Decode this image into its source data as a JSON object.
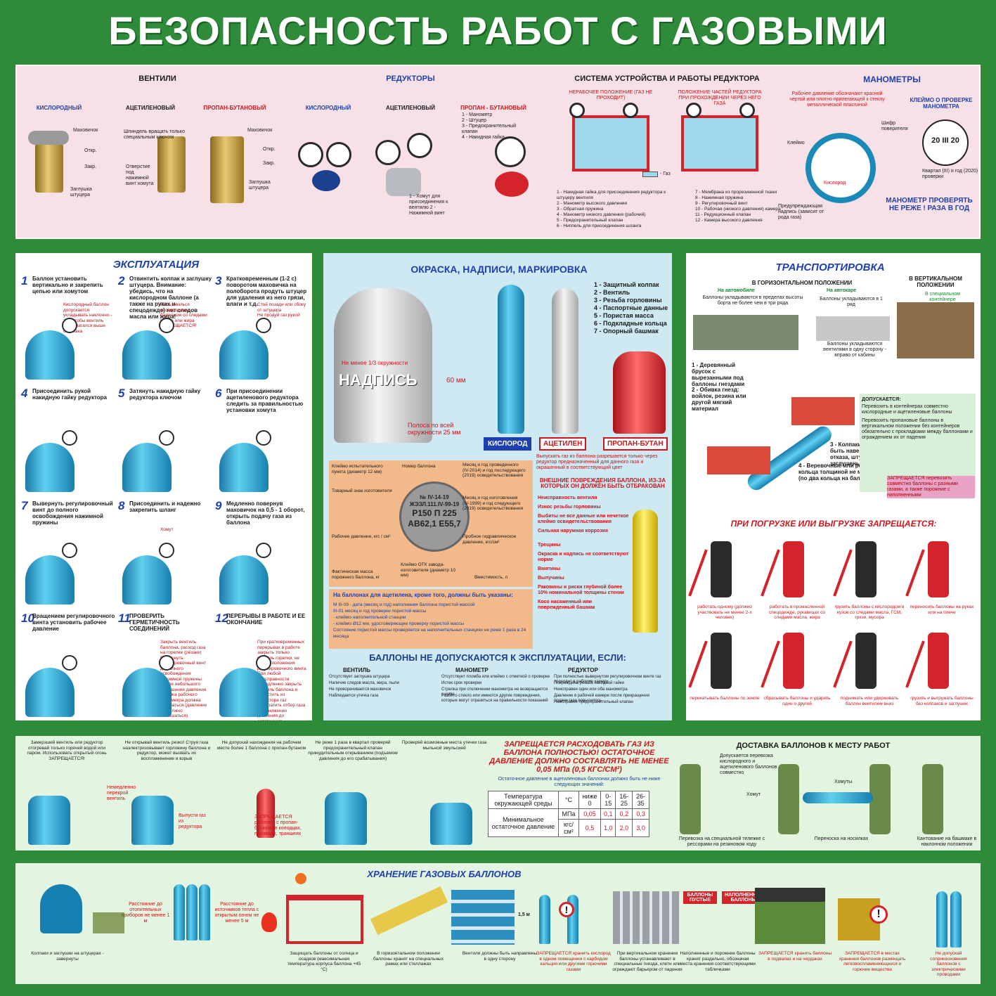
{
  "title": "БЕЗОПАСНОСТЬ РАБОТ С ГАЗОВЫМИ БАЛЛОНАМИ",
  "top": {
    "valves": {
      "heading": "ВЕНТИЛИ",
      "types": [
        "КИСЛОРОДНЫЙ",
        "АЦЕТИЛЕНОВЫЙ",
        "ПРОПАН-БУТАНОВЫЙ"
      ],
      "notes": [
        "Маховичок",
        "Откр.",
        "Закр.",
        "Заглушка штуцера",
        "Шпиндель вращать только специальным ключом",
        "Отверстие под нажимной винт хомута",
        "Маховичок",
        "Откр.",
        "Закр.",
        "Заглушка штуцера"
      ]
    },
    "reducers": {
      "heading": "РЕДУКТОРЫ",
      "types": [
        "КИСЛОРОДНЫЙ",
        "АЦЕТИЛЕНОВЫЙ",
        "ПРОПАН - БУТАНОВЫЙ"
      ],
      "legend": "1 - Манометр\n2 - Штуцер\n3 - Предохранительный клапан\n4 - Накидная гайка",
      "clamp_note": "1 - Хомут для присоединения к вентилю\n2 - Нажимной винт"
    },
    "system": {
      "heading": "СИСТЕМА УСТРОЙСТВА И РАБОТЫ РЕДУКТОРА",
      "state1": "НЕРАБОЧЕЕ ПОЛОЖЕНИЕ (ГАЗ НЕ ПРОХОДИТ)",
      "state2": "ПОЛОЖЕНИЕ ЧАСТЕЙ РЕДУКТОРА ПРИ ПРОХОЖДЕНИИ ЧЕРЕЗ НЕГО ГАЗА",
      "gas": "- Газ",
      "legend_left": "1 - Накидная гайка для присоединения редуктора к штуцеру вентиля\n2 - Манометр высокого давления\n3 - Обратная пружина\n4 - Манометр низкого давления (рабочий)\n5 - Предохранительный клапан\n6 - Ниппель для присоединения шланга",
      "legend_right": "7 - Мембрана из прорезиненной ткани\n8 - Нажимная пружина\n9 - Регулировочный винт\n10 - Рабочая (низкого давления) камера\n11 - Редукционный клапан\n12 - Камера высокого давления"
    },
    "manometers": {
      "heading": "МАНОМЕТРЫ",
      "note_red_line": "Рабочее давление обозначают красной чертой или плотно прилегающей к стеклу металлической пластиной",
      "stamp_title": "КЛЕЙМО О ПРОВЕРКЕ МАНОМЕТРА",
      "stamp_label": "Клеймо",
      "warning_label": "Предупреждающая надпись (зависит от рода газа)",
      "verifier": "Шифр поверителя",
      "quarter": "Квартал (III) и год (2020) проверки",
      "stamp_text": "20 III 20",
      "gauge_text": "Кислород",
      "check": "МАНОМЕТР ПРОВЕРЯТЬ НЕ РЕЖЕ ! РАЗА В ГОД"
    }
  },
  "exploitation": {
    "heading": "ЭКСПЛУАТАЦИЯ",
    "steps": [
      {
        "n": "1",
        "text": "Баллон установить вертикально и закрепить цепью или хомутом",
        "extra": "Кислородный баллон допускается укладывать наклонно - так, чтобы вентиль располагался выше башмака"
      },
      {
        "n": "2",
        "text": "Отвинтить колпак и заглушку штуцера. Внимание: убедись, что на кислородном баллоне (а также на руках и спецодежде) нет следов масла или жира!",
        "extra": "Пользоваться кислородным баллоном со следами масла или жира ЗАПРЕЩАЕТСЯ!"
      },
      {
        "n": "3",
        "text": "Кратковременным (1-2 с) поворотом маховичка на полоборота продуть штуцер для удаления из него грязи, влаги и т.д.",
        "extra": "Стой позади или сбоку от штуцера\nНе продуй газ рукой"
      },
      {
        "n": "4",
        "text": "Присоединить рукой накидную гайку редуктора"
      },
      {
        "n": "5",
        "text": "Затянуть накидную гайку редуктора ключом"
      },
      {
        "n": "6",
        "text": "При присоединении ацетиленового редуктора следить за правильностью установки хомута"
      },
      {
        "n": "7",
        "text": "Вывернуть регулировочный винт до полного освобождения нажимной пружины"
      },
      {
        "n": "8",
        "text": "Присоединить и надежно закрепить шланг",
        "extra": "Хомут"
      },
      {
        "n": "9",
        "text": "Медленно повернув маховичок на 0,5 - 1 оборот, открыть подачу газа из баллона"
      },
      {
        "n": "10",
        "text": "Вращением регулировочного винта установить рабочее давление"
      },
      {
        "n": "11",
        "text": "ПРОВЕРИТЬ ГЕРМЕТИЧНОСТЬ СОЕДИНЕНИЙ",
        "extra": "Закрыть вентиль баллона, расход газа на горелке (резаке)\nВывернуть регулировочный винт до полного освобождения нажимной пружины\nПосле небольшого повышения давления стрелка рабочего манометра должна оставаться (давление не должно повышаться)"
      },
      {
        "n": "12",
        "text": "ПЕРЕРЫВЫ В РАБОТЕ И ЕЕ ОКОНЧАНИЕ",
        "extra": "При кратковременных перерывах в работе закрыть только вентиль горелки, не меняя положения регулировочного винта\nПри любой неисправности немедленно закрыть вентиль баллона и выпустить из редуктора газ\nПрекратить отбор газа при снижении давления до остаточного\nЗакрыть вентиль баллона, навернуть заглушку, колпак и сдать пустой баллон на склад"
      }
    ]
  },
  "marking": {
    "heading": "ОКРАСКА, НАДПИСИ, МАРКИРОВКА",
    "inscription": "НАДПИСЬ",
    "circumference": "Не менее 1/3 окружности",
    "height": "60 мм",
    "stripe": "Полоса по всей окружности 25 мм",
    "parts": [
      "1 - Защитный колпак",
      "2 - Вентиль",
      "3 - Резьба горловины",
      "4 - Паспортные данные",
      "5 - Пористая масса",
      "6 - Подкладные кольца",
      "7 - Опорный башмак"
    ],
    "gases": [
      "КИСЛОРОД",
      "АЦЕТИЛЕН",
      "ПРОПАН-БУТАН"
    ],
    "only_gas": "Выпускать газ из баллона разрешается только через редуктор предназначенный для данного газа и окрашенный в соответствующий цвет",
    "stamp_labels": [
      "Клеймо испытательного пункта (диаметр 12 мм)",
      "Номер баллона",
      "Месяц и год проведенного (IV-2014) и год последующего (2019) освидетельствования",
      "Товарный знак изготовителя",
      "Месяц и год изготовления (IV-1999) и год следующего (2019) освидетельствования",
      "Рабочее давление, кгс / см²",
      "Пробное гидравлическое давление, кгс/см²",
      "Фактическая масса порожнего баллона, кг",
      "Клеймо ОТК завода-изготовителя (диаметр 10 мм)",
      "Вместимость, л"
    ],
    "stamp_lines": [
      "№ IV-14-19",
      "ЖЭЗЛ.111.IV-99-19",
      "Р150 П 225",
      "АВ62,1 Е55,7"
    ],
    "acetylene_title": "На баллонах для ацетилена, кроме того, должны быть указаны:",
    "acetylene_lines": [
      "М III-09 - дата (месяц и год) наполнения баллона пористой массой",
      "III-01 месяц и год проверки пористой массы",
      "- клеймо наполнительной станции",
      "- клеймо Ø12 мм, удостоверяющее проверку пористой массы",
      "Состояние пористой массы проверяется на наполнительных станциях не реже 1 раза в 24 месяца"
    ],
    "damage_title": "ВНЕШНИЕ ПОВРЕЖДЕНИЯ БАЛЛОНА, ИЗ-ЗА КОТОРЫХ ОН ДОЛЖЕН БЫТЬ ОТБРАКОВАН",
    "damage": [
      "Неисправность вентиля",
      "Износ резьбы горловины",
      "Выбиты не все данные или нечеткое клеймо освидетельствования",
      "Сильная наружная коррозия",
      "Трещины",
      "Окраска и надпись не соответствуют норме",
      "Вмятины",
      "Выпучины",
      "Раковины и риски глубиной более 10% номинальной толщины стенки",
      "Косо насаженный или поврежденный башмак"
    ],
    "not_allowed_title": "БАЛЛОНЫ НЕ ДОПУСКАЮТСЯ К ЭКСПЛУАТАЦИИ, ЕСЛИ:",
    "cols": [
      {
        "head": "ВЕНТИЛЬ",
        "items": [
          "Отсутствует заглушка штуцера",
          "Наличие следов масла, жира, пыли",
          "Не проворачивается маховичок",
          "Наблюдается утечка газа"
        ]
      },
      {
        "head": "МАНОМЕТР",
        "items": [
          "Отсутствует пломба или клеймо с отметкой о проверке",
          "Истек срок проверки",
          "Стрелка при отключении манометра не возвращается к нулю",
          "Разбито стекло или имеются другие повреждения, которые могут отразиться на правильности показаний"
        ]
      },
      {
        "head": "РЕДУКТОР",
        "items": [
          "При полностью вывернутом регулировочном винте газ проходит в рабочую камеру",
          "Повреждена резьба накидной гайки",
          "Неисправен один или оба манометра",
          "Давление в рабочей камере после прекращения подачи газа повысилось",
          "Неисправен предохранительный клапан"
        ]
      }
    ]
  },
  "transport": {
    "heading": "ТРАНСПОРТИРОВКА",
    "horizontal": "В ГОРИЗОНТАЛЬНОМ ПОЛОЖЕНИИ",
    "vertical": "В ВЕРТИКАЛЬНОМ ПОЛОЖЕНИИ",
    "car": "На автомобиле",
    "car_note": "Баллоны укладываются в пределах высоты борта не более чем в три ряда",
    "cart": "На автокаре",
    "cart_note": "Баллоны укладываются в 1 ряд",
    "container": "В специальном контейнере",
    "side_note": "Баллоны укладываются вентилями в одну сторону - вправо от кабины",
    "items": [
      "1 - Деревянный брусок с вырезанными под баллоны гнездами",
      "2 - Обивка гнезд: войлок, резина или другой мягкий материал",
      "3 - Колпаки должны быть навернуты до отказа, штуцеры заглушены",
      "4 - Веревочные или резиновые кольца толщиной не менее 25 мм (по два кольца на баллон)"
    ],
    "allowed_title": "ДОПУСКАЕТСЯ:",
    "allowed": [
      "Перевозить в контейнерах совместно кислородные и ацетиленовые баллоны",
      "Перевозить пропановые баллоны в вертикальном положении без контейнеров обязательно с прокладками между баллонами и ограждением их от падения"
    ],
    "forbidden_note": "ЗАПРЕЩАЕТСЯ перевозить совместно баллоны с разными газами, а также порожние с наполненными",
    "loading_title": "ПРИ ПОГРУЗКЕ ИЛИ ВЫГРУЗКЕ ЗАПРЕЩАЕТСЯ:",
    "loading": [
      "работать одному (должно участвовать не менее 2-х человек)",
      "работать в промасленной спецодежде, рукавицах со следами масла, жира",
      "грузить баллоны с кислородом в кузов со следами масла, ГСМ, грязи, мусора",
      "переносить баллоны на руках или на плече",
      "перекатывать баллоны по земле",
      "сбрасывать баллоны и ударять один о другой",
      "поднимать или удерживать баллон вентилем вниз",
      "грузить и выгружать баллоны без колпаков и заглушек"
    ]
  },
  "bottom": {
    "tips": [
      "Замерзший вентиль или редуктор отогревай только горячей водой или паром. Использовать открытый огонь ЗАПРЕЩАЕТСЯ!",
      "Не открывай вентиль резко! Струя газа наэлектризовывает горловину баллона и редуктор, может вызвать их воспламенение и взрыв",
      "Не допускай нахождения на рабочем месте более 1 баллона с пропан-бутаном",
      "Не реже 1 раза в квартал проверяй предохранительный клапан принудительным открыванием (подъемом давления до его срабатывания)",
      "Проверяй возможные места утечки газа мыльной эмульсией"
    ],
    "tip_labels": [
      "Немедленно перекрой вентиль",
      "Выпусти газ из редуктора",
      "ЗАПРЕЩАЕТСЯ работать с пропан-бутаном в колодцах, приямках, траншеях"
    ],
    "residual_title": "ЗАПРЕЩАЕТСЯ РАСХОДОВАТЬ ГАЗ ИЗ БАЛЛОНА ПОЛНОСТЬЮ! ОСТАТОЧНОЕ ДАВЛЕНИЕ ДОЛЖНО СОСТАВЛЯТЬ НЕ МЕНЕЕ 0,05 МПа (0,5 КГС/СМ²)",
    "residual_sub": "Остаточное давление в ацетиленовых баллонах должно быть не ниже следующих значений:",
    "table": {
      "head": [
        "Температура окружающей среды",
        "°С",
        "ниже 0",
        "0-15",
        "16-25",
        "26-35"
      ],
      "row_label": "Минимальное остаточное давление",
      "unit1": "МПа",
      "unit2": "кгс/см²",
      "mpa": [
        "0,05",
        "0,1",
        "0,2",
        "0,3"
      ],
      "kgs": [
        "0,5",
        "1,0",
        "2,0",
        "3,0"
      ]
    },
    "delivery_title": "ДОСТАВКА БАЛЛОНОВ К МЕСТУ РАБОТ",
    "delivery": [
      "Перевозка на специальной тележке с рессорами на резиновом ходу",
      "Переноска на носилках",
      "Кантование на башмаке в наклонном положении"
    ],
    "delivery_labels": [
      "Допускается перевозка кислородного и ацетиленового баллонов совместно",
      "Хомут",
      "Хомуты"
    ]
  },
  "storage": {
    "heading": "ХРАНЕНИЕ ГАЗОВЫХ БАЛЛОНОВ",
    "distance1": "Расстояние до отопительных приборов не менее 1 м",
    "distance2": "Расстояние до источников тепла с открытым огнем не менее 5 м",
    "height": "1,5 м",
    "captions": [
      "Колпаки и заглушки на штуцерах - завернуты",
      "Защищать баллоны от солнца и осадков (максимальная температура корпуса баллона +45 °С)",
      "В горизонтальном положении баллоны хранят на специальных рамах или стеллажах",
      "Вентили должны быть направлены в одну сторону",
      "ЗАПРЕЩАЕТСЯ хранить кислород в одном помещении с карбидом кальция или другими горючими газами",
      "При вертикальном хранении баллоны устанавливают в специальные гнезда, клети или ограждают барьером от падения",
      "Наполненные и порожние баллоны хранят раздельно, обозначая места хранения соответствующими табличками",
      "ЗАПРЕЩАЕТСЯ хранить баллоны в подвалах и на чердаках",
      "ЗАПРЕЩАЕТСЯ в местах хранения баллонов размещать легковоспламеняющиеся и горючие вещества",
      "Не допускай соприкосновения баллонов с электрическими проводами"
    ],
    "sign1": "БАЛЛОНЫ ПУСТЫЕ",
    "sign2": "НАПОЛНЕННЫЕ БАЛЛОНЫ"
  }
}
